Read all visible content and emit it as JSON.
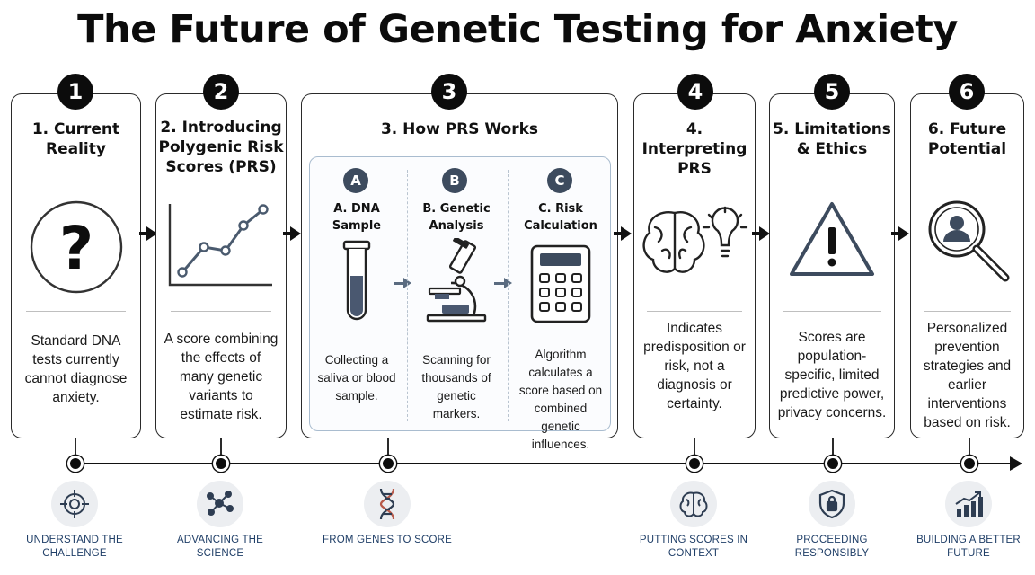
{
  "title": "The Future of Genetic Testing for Anxiety",
  "steps": [
    {
      "badge": "1",
      "title": "1. Current Reality",
      "icon": "question-mark-icon",
      "description": "Standard DNA tests currently cannot diagnose anxiety."
    },
    {
      "badge": "2",
      "title": "2. Introducing Polygenic Risk Scores (PRS)",
      "icon": "line-chart-icon",
      "description": "A score combining the effects of many genetic variants to estimate risk."
    },
    {
      "badge": "3",
      "title": "3. How PRS Works",
      "icon": "",
      "description": ""
    },
    {
      "badge": "4",
      "title": "4. Interpreting PRS",
      "icon": "brain-lightbulb-icon",
      "description": "Indicates predisposition or risk, not a diagnosis or certainty."
    },
    {
      "badge": "5",
      "title": "5. Limitations & Ethics",
      "icon": "warning-triangle-icon",
      "description": "Scores are population-specific, limited predictive power, privacy concerns."
    },
    {
      "badge": "6",
      "title": "6. Future Potential",
      "icon": "magnifier-person-icon",
      "description": "Personalized prevention strategies and earlier interventions based on risk."
    }
  ],
  "how_prs_works": [
    {
      "badge": "A",
      "title": "A. DNA Sample",
      "icon": "test-tube-icon",
      "description": "Collecting a saliva or blood sample."
    },
    {
      "badge": "B",
      "title": "B. Genetic Analysis",
      "icon": "microscope-icon",
      "description": "Scanning for thousands of genetic markers."
    },
    {
      "badge": "C",
      "title": "C. Risk Calculation",
      "icon": "calculator-icon",
      "description": "Algorithm calculates a score based on combined genetic influences."
    }
  ],
  "timeline": [
    {
      "label": "UNDERSTAND THE CHALLENGE",
      "icon": "target-crosshair-icon"
    },
    {
      "label": "ADVANCING THE SCIENCE",
      "icon": "molecule-network-icon"
    },
    {
      "label": "FROM GENES TO SCORE",
      "icon": "dna-helix-icon"
    },
    {
      "label": "PUTTING SCORES IN CONTEXT",
      "icon": "brain-icon"
    },
    {
      "label": "PROCEEDING RESPONSIBLY",
      "icon": "shield-lock-icon"
    },
    {
      "label": "BUILDING A BETTER FUTURE",
      "icon": "growth-chart-icon"
    }
  ],
  "colors": {
    "ink": "#111111",
    "accent_blue": "#1f3e67",
    "sub_badge": "#3d4b5e",
    "panel_border": "#a9bccf"
  }
}
